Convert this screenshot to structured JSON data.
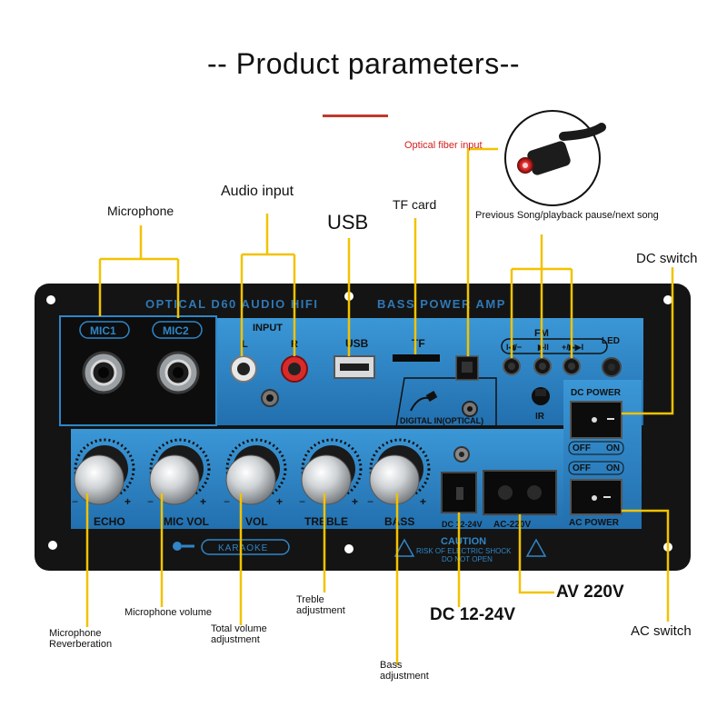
{
  "title": "-- Product parameters--",
  "panel": {
    "header_left": "OPTICAL D60 AUDIO HIFI",
    "header_right": "BASS POWER AMP",
    "mic1": "MIC1",
    "mic2": "MIC2",
    "input_title": "INPUT",
    "input_l": "L",
    "input_r": "R",
    "usb": "USB",
    "tf": "TF",
    "fm": "FM",
    "fm_buttons": [
      "I◀/−",
      "▶II",
      "+/▶▶I"
    ],
    "led": "LED",
    "ir": "IR",
    "digital_in": "DIGITAL IN(OPTICAL)",
    "dc_power": "DC POWER",
    "off": "OFF",
    "on": "ON",
    "ac_power": "AC POWER",
    "knobs": [
      "ECHO",
      "MIC VOL",
      "VOL",
      "TREBLE",
      "BASS"
    ],
    "dc_label": "DC 12-24V",
    "ac_label": "AC-220V",
    "karaoke": "KARAOKE",
    "caution_title": "CAUTION",
    "caution_line1": "RISK OF ELECTRIC SHOCK",
    "caution_line2": "DO NOT OPEN"
  },
  "callouts": {
    "microphone": "Microphone",
    "audio_input": "Audio input",
    "usb": "USB",
    "tf_card": "TF card",
    "optical": "Optical fiber input",
    "prev_next": "Previous Song/playback pause/next song",
    "dc_switch": "DC switch",
    "mic_volume": "Microphone volume",
    "treble_adj_1": "Treble",
    "treble_adj_2": "adjustment",
    "mic_reverb_1": "Microphone",
    "mic_reverb_2": "Reverberation",
    "total_vol_1": "Total volume",
    "total_vol_2": "adjustment",
    "bass_adj_1": "Bass",
    "bass_adj_2": "adjustment",
    "dc_1224": "DC 12-24V",
    "av_220": "AV 220V",
    "ac_switch": "AC switch"
  },
  "colors": {
    "leader": "#f2c200",
    "panel_blue": "#2f86c8",
    "panel_dark": "#121212",
    "accent_red": "#d21f1f"
  }
}
